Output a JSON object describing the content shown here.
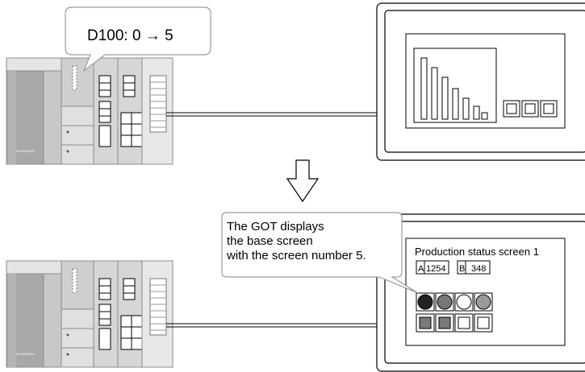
{
  "top_callout": {
    "text": "D100: 0 → 5"
  },
  "plc": {
    "brand": "MITSUBISHI"
  },
  "bottom_callout": {
    "lines": [
      "The GOT displays",
      "the base screen",
      "with the screen number 5."
    ]
  },
  "got_screen": {
    "title": "Production status screen 1",
    "counters": [
      {
        "label": "A",
        "value": "1254"
      },
      {
        "label": "B",
        "value": "348"
      }
    ]
  },
  "colors": {
    "plc_body": "#bfbfbf",
    "plc_dark": "#8c8c8c",
    "outline": "#000000"
  }
}
